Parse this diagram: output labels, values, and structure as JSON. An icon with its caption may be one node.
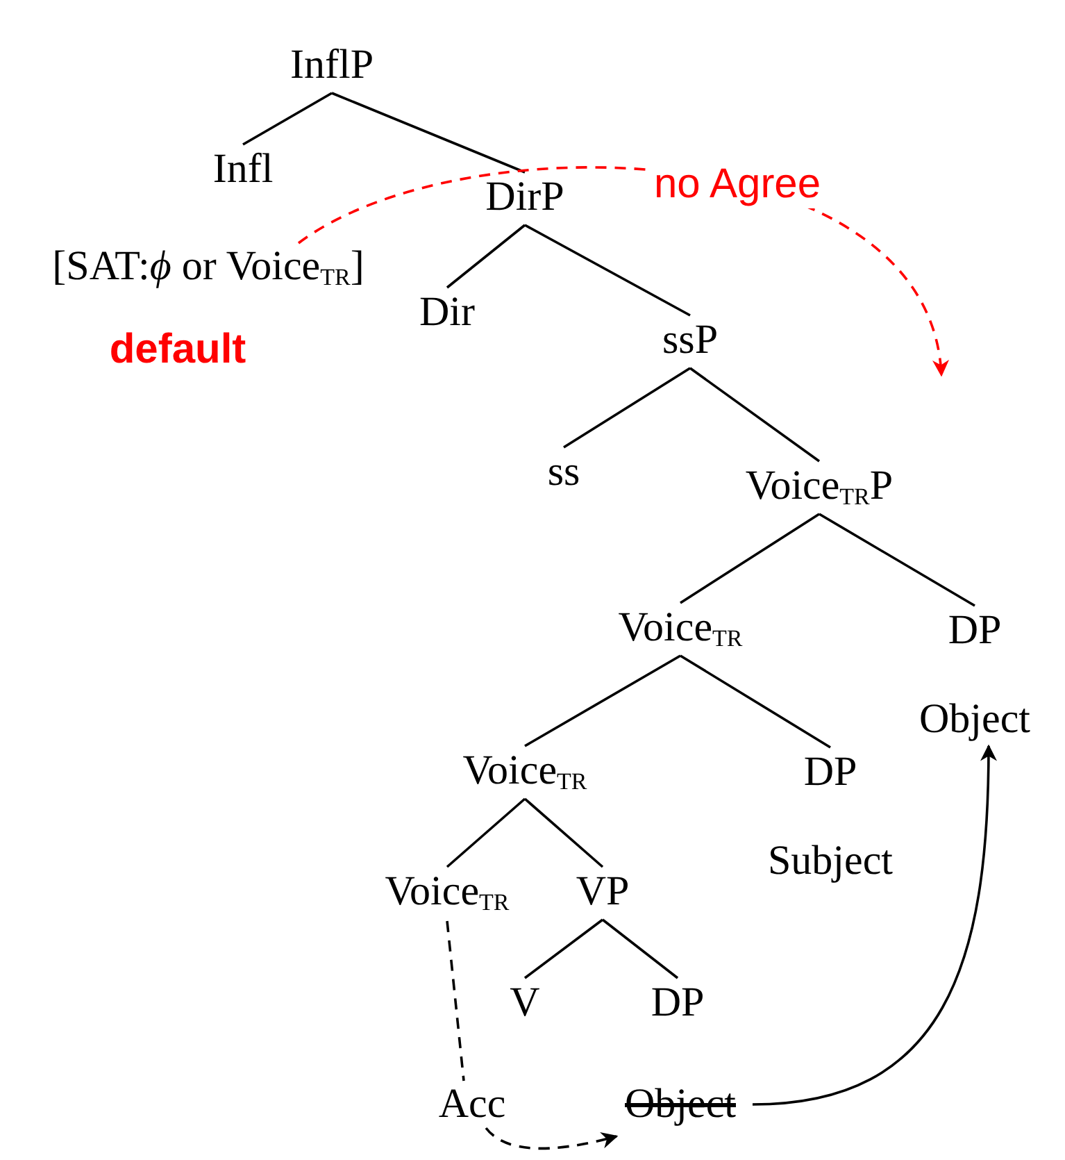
{
  "diagram": {
    "nodes": [
      {
        "text": [
          "InflP"
        ]
      },
      {
        "text": [
          "Infl"
        ]
      },
      {
        "text": [
          "DirP"
        ]
      },
      {
        "text": [
          "[SAT:*ϕ* or Voice$_{TR}$]"
        ]
      },
      {
        "text": [
          "Dir"
        ]
      },
      {
        "text": [
          "ssP"
        ]
      },
      {
        "text": [
          "ss"
        ]
      },
      {
        "text": [
          "Voice$_{TR}$P"
        ]
      },
      {
        "text": [
          "Voice$_{TR}$"
        ]
      },
      {
        "text": [
          "DP",
          "Object"
        ]
      },
      {
        "text": [
          "Voice$_{TR}$"
        ]
      },
      {
        "text": [
          "DP",
          "Subject"
        ]
      },
      {
        "text": [
          "Voice$_{TR}$"
        ]
      },
      {
        "text": [
          "VP"
        ]
      },
      {
        "text": [
          "V"
        ]
      },
      {
        "text": [
          "DP"
        ]
      },
      {
        "text": [
          "Acc"
        ]
      },
      {
        "text": [
          "Object"
        ]
      }
    ],
    "edges": [
      {
        "from": 0,
        "to": 1,
        "arrow": "none"
      },
      {
        "from": 0,
        "to": 2,
        "arrow": "none"
      },
      {
        "from": 2,
        "to": 4,
        "arrow": "none"
      },
      {
        "from": 2,
        "to": 5,
        "arrow": "none"
      },
      {
        "from": 5,
        "to": 6,
        "arrow": "none"
      },
      {
        "from": 5,
        "to": 7,
        "arrow": "none"
      },
      {
        "from": 7,
        "to": 8,
        "arrow": "none"
      },
      {
        "from": 7,
        "to": 9,
        "arrow": "none"
      },
      {
        "from": 8,
        "to": 10,
        "arrow": "none"
      },
      {
        "from": 8,
        "to": 11,
        "arrow": "none"
      },
      {
        "from": 10,
        "to": 12,
        "arrow": "none"
      },
      {
        "from": 10,
        "to": 13,
        "arrow": "none"
      },
      {
        "from": 13,
        "to": 14,
        "arrow": "none"
      },
      {
        "from": 13,
        "to": 15,
        "arrow": "none"
      },
      {
        "from": 12,
        "to": 16,
        "arrow": "none",
        "style": "dashed"
      },
      {
        "from": 16,
        "to": 17,
        "arrow": "to",
        "style": "dashed"
      },
      {
        "from": 17,
        "to": 9,
        "arrow": "to"
      },
      {
        "from": 3,
        "to": null,
        "arrow": "to",
        "style": "dashed",
        "color": "#ff0000",
        "label": "no Agree"
      }
    ],
    "labels": [
      "default"
    ]
  }
}
